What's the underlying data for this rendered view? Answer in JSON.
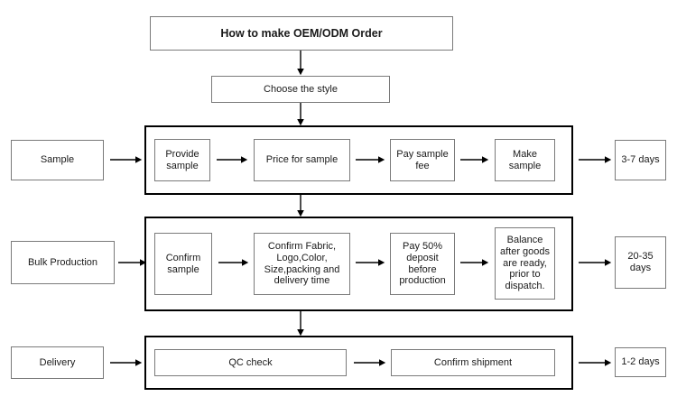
{
  "diagram": {
    "title": "How to make OEM/ODM Order",
    "background_color": "#ffffff",
    "box_border_color": "#7a7a7a",
    "group_border_color": "#000000",
    "text_color": "#1a1a1a"
  },
  "header": {
    "title_box": "How to make OEM/ODM Order",
    "style_box": "Choose the style"
  },
  "rows": [
    {
      "stage_label": "Sample",
      "steps": [
        "Provide\nsample",
        "Price for sample",
        "Pay sample\nfee",
        "Make\nsample"
      ],
      "duration": "3-7 days"
    },
    {
      "stage_label": "Bulk Production",
      "steps": [
        "Confirm\nsample",
        "Confirm Fabric,\nLogo,Color,\nSize,packing and\ndelivery time",
        "Pay 50%\ndeposit\nbefore\nproduction",
        "Balance\nafter goods\nare ready,\nprior to\ndispatch."
      ],
      "duration": "20-35\ndays"
    },
    {
      "stage_label": "Delivery",
      "steps": [
        "QC check",
        "Confirm shipment"
      ],
      "duration": "1-2 days"
    }
  ],
  "icons": {
    "arrow_right": "arrow-right-icon",
    "arrow_down": "arrow-down-icon"
  }
}
